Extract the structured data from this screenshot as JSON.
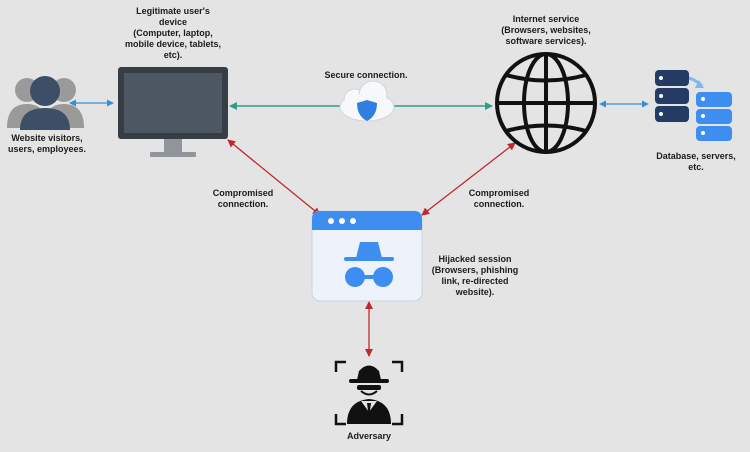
{
  "labels": {
    "visitors": "Website visitors,\nusers, employees.",
    "device": "Legitimate user's\ndevice\n(Computer, laptop,\nmobile device, tablets,\netc).",
    "secure": "Secure connection.",
    "internet": "Internet service\n(Browsers, websites,\nsoftware services).",
    "database": "Database, servers,\netc.",
    "compromised_left": "Compromised\nconnection.",
    "compromised_right": "Compromised\nconnection.",
    "hijacked": "Hijacked session\n(Browsers, phishing\nlink, re-directed\nwebsite).",
    "adversary": "Adversary"
  },
  "colors": {
    "background": "#e4e4e4",
    "secure_line": "#2f9d8a",
    "user_link": "#3b8fd6",
    "compromised_line": "#c0282e",
    "browser_blue": "#3d8ef0",
    "icon_dark": "#2b2b2b",
    "cloud_blue": "#2f7ee0"
  },
  "icons": {
    "users": "users-icon",
    "monitor": "monitor-icon",
    "cloud": "cloud-shield-icon",
    "globe": "globe-icon",
    "database": "database-icon",
    "browser": "incognito-browser-icon",
    "adversary": "spy-icon"
  }
}
